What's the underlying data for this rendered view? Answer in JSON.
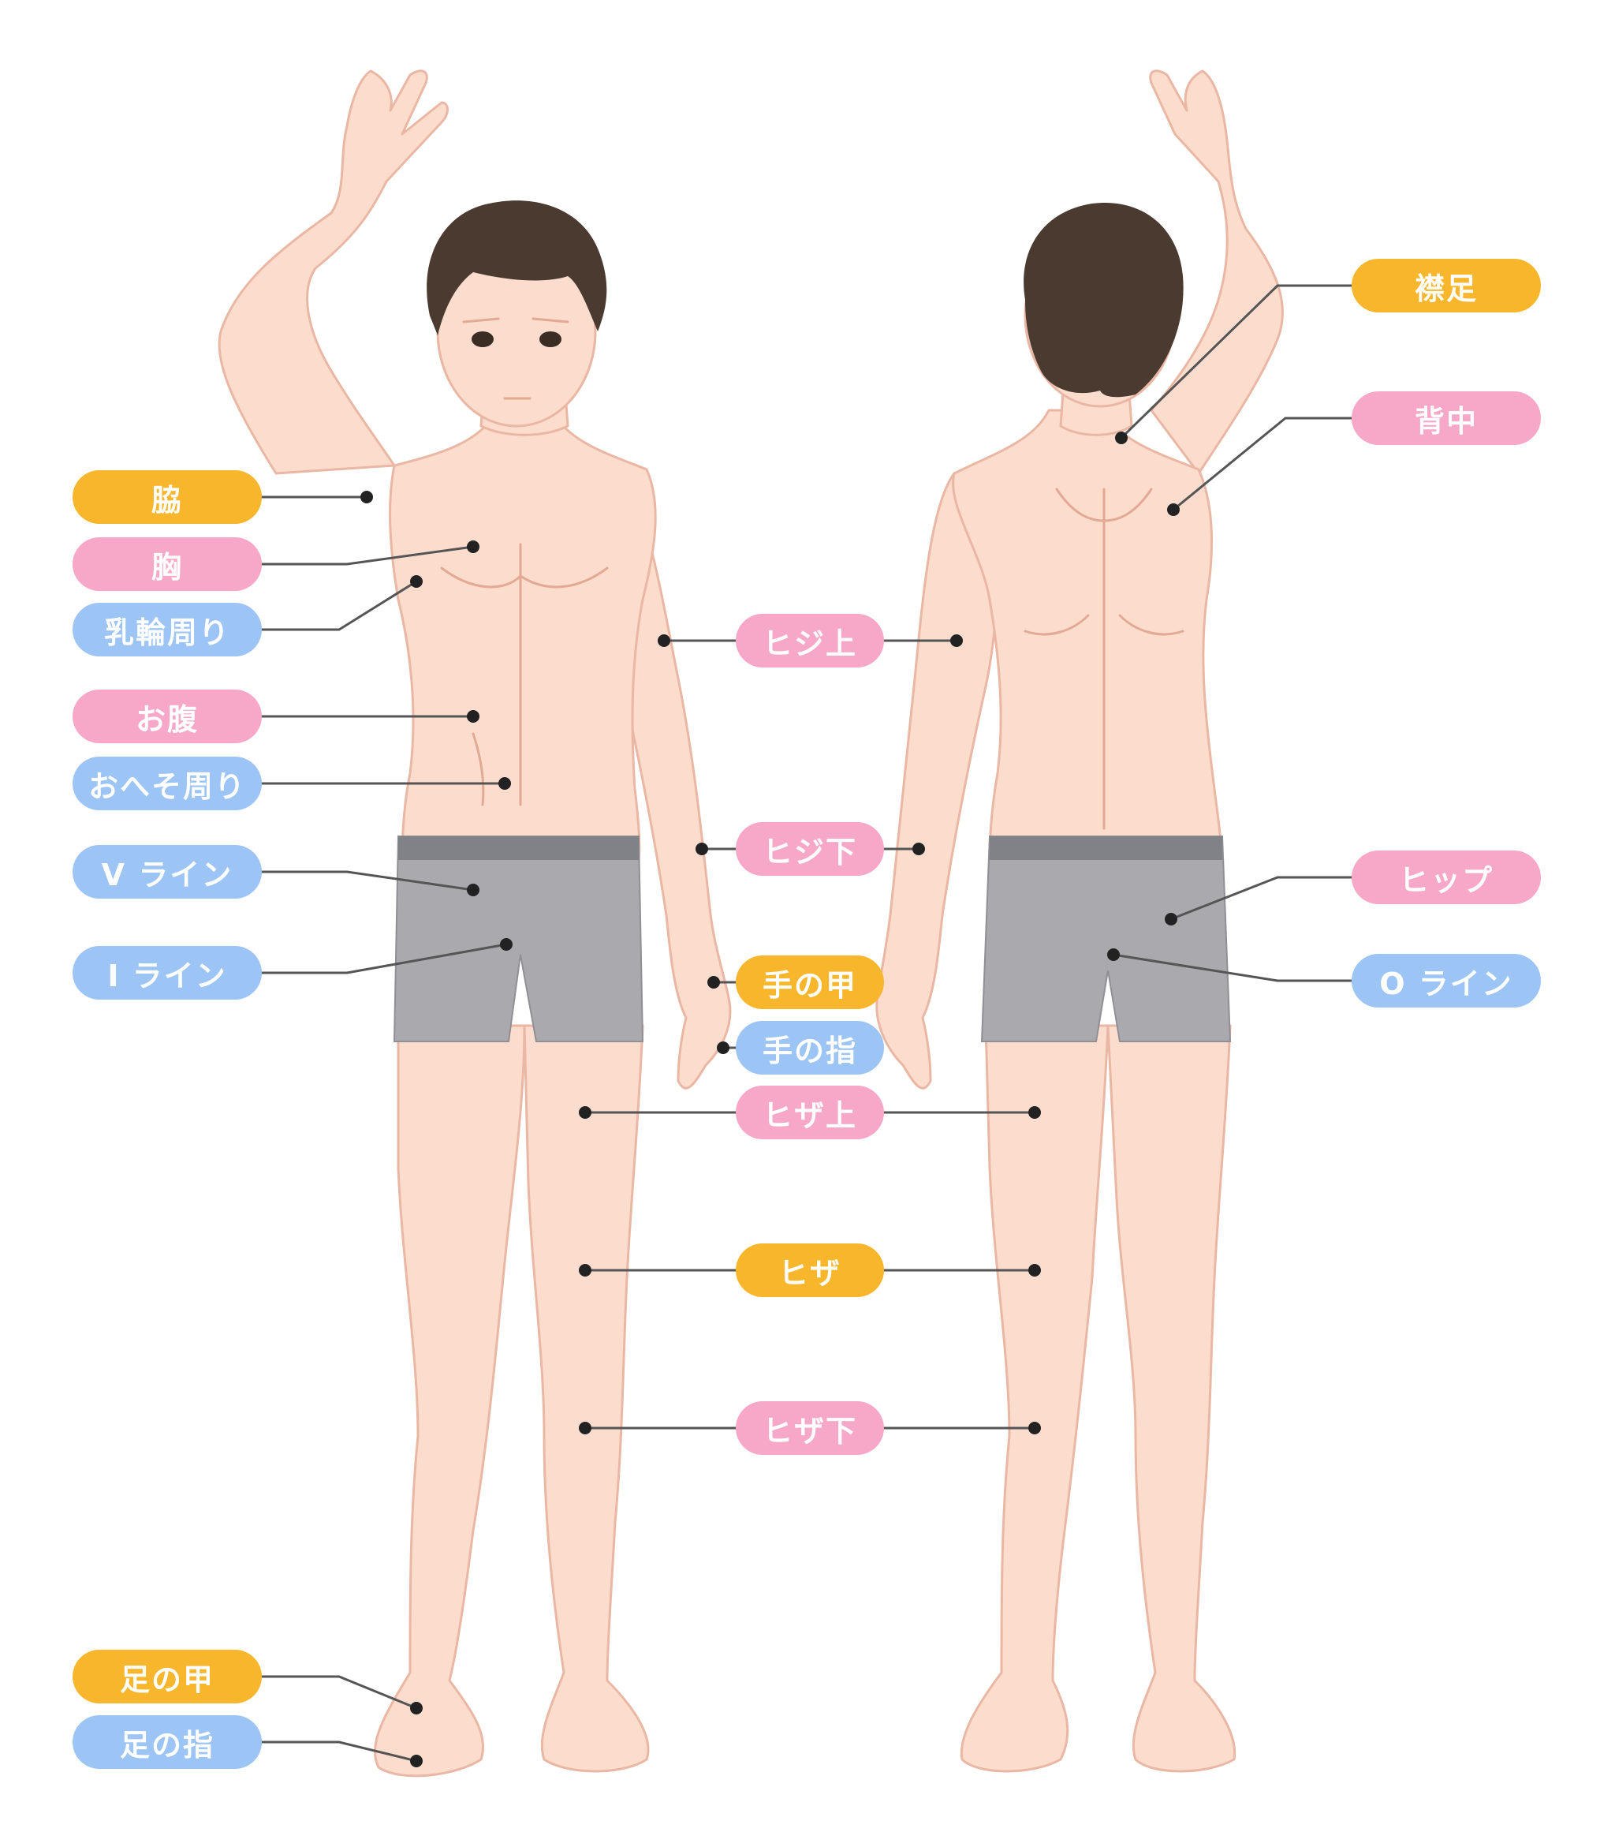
{
  "colors": {
    "orange": "#f8b62d",
    "pink": "#f7a8c8",
    "blue": "#9cc4f5",
    "skin": "#fbdccd",
    "skin_line": "#e9b7a4",
    "hair": "#4a3a30",
    "shorts": "#a9a9ae",
    "shorts_band": "#818188",
    "leader": "#444444"
  },
  "labels": {
    "waki": "脇",
    "mune": "胸",
    "nyurin": "乳輪周り",
    "onaka": "お腹",
    "oheso": "おへそ周り",
    "vline": "V ライン",
    "iline": "I ライン",
    "ashi_kou": "足の甲",
    "ashi_yubi": "足の指",
    "hiji_ue": "ヒジ上",
    "hiji_shita": "ヒジ下",
    "te_kou": "手の甲",
    "te_yubi": "手の指",
    "hiza_ue": "ヒザ上",
    "hiza": "ヒザ",
    "hiza_shita": "ヒザ下",
    "eriashi": "襟足",
    "senaka": "背中",
    "hip": "ヒップ",
    "oline": "O ライン"
  }
}
